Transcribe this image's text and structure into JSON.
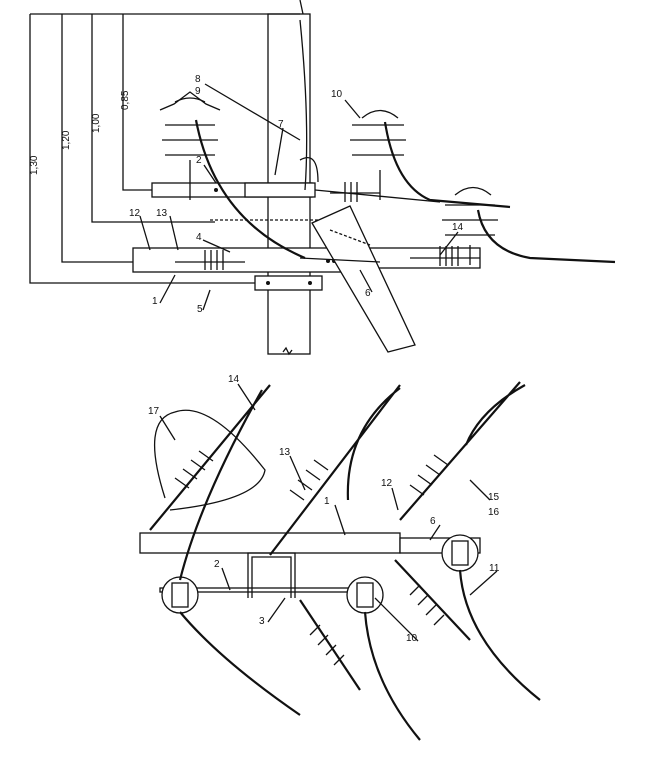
{
  "side_view": {
    "dimensions": [
      "1,30",
      "1,20",
      "1,00",
      "0,85"
    ],
    "labels": {
      "l8": "8",
      "l9": "9",
      "l10": "10",
      "l7": "7",
      "l2": "2",
      "l12": "12",
      "l13": "13",
      "l4": "4",
      "l14": "14",
      "l1": "1",
      "l5": "5",
      "l6": "6"
    }
  },
  "top_view": {
    "labels": {
      "l14": "14",
      "l17": "17",
      "l13": "13",
      "l1": "1",
      "l12": "12",
      "l15": "15",
      "l16": "16",
      "l6": "6",
      "l2": "2",
      "l3": "3",
      "l10": "10",
      "l11": "11"
    }
  }
}
